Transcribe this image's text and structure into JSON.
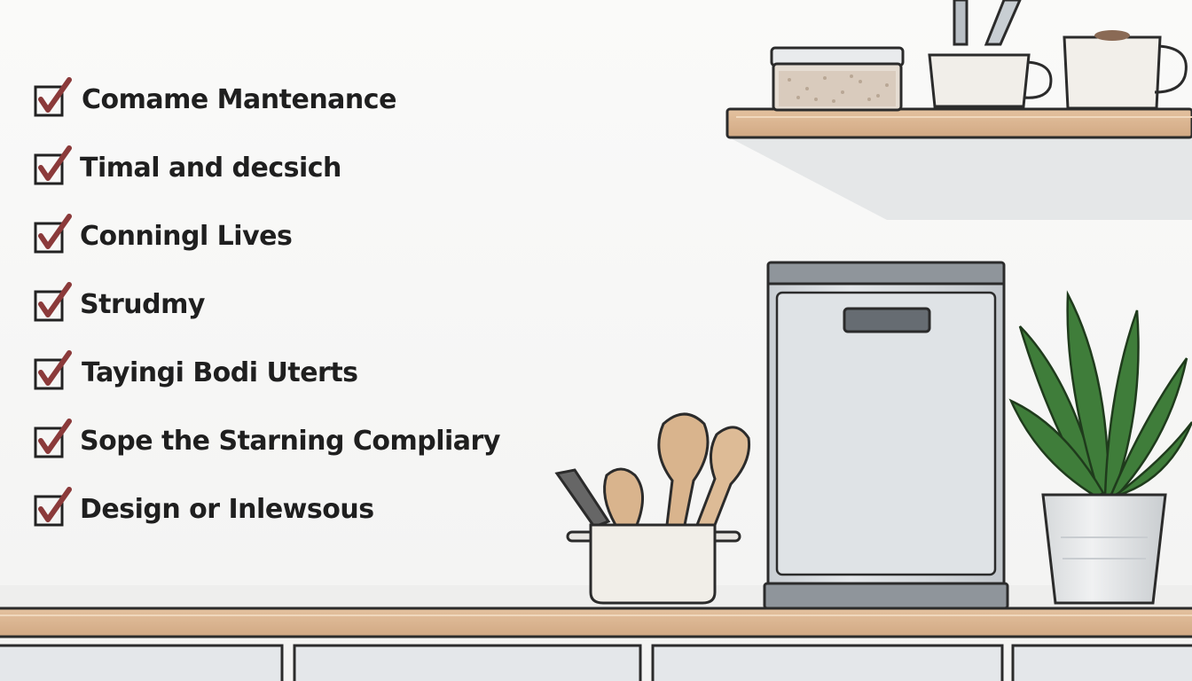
{
  "checklist": {
    "items": [
      {
        "label": "Comame Mantenance",
        "checked": true
      },
      {
        "label": "Timal and decsich",
        "checked": true
      },
      {
        "label": "Conningl Lives",
        "checked": true
      },
      {
        "label": "Strudmy",
        "checked": true
      },
      {
        "label": "Tayingi Bodi Uterts",
        "checked": true
      },
      {
        "label": "Sope the Starning Compliary",
        "checked": true
      },
      {
        "label": "Design or Inlewsous",
        "checked": true
      }
    ]
  },
  "colors": {
    "check_mark": "#8b3a3a",
    "wood": "#d9b591",
    "appliance": "#d7dce0",
    "plant_green": "#3f7d3a",
    "pot": "#e3e5e6"
  },
  "icons": {
    "checkbox": "check-box-icon",
    "decor": [
      "shelf",
      "jar",
      "mug",
      "dishwasher",
      "utensil-pot",
      "potted-plant"
    ]
  }
}
